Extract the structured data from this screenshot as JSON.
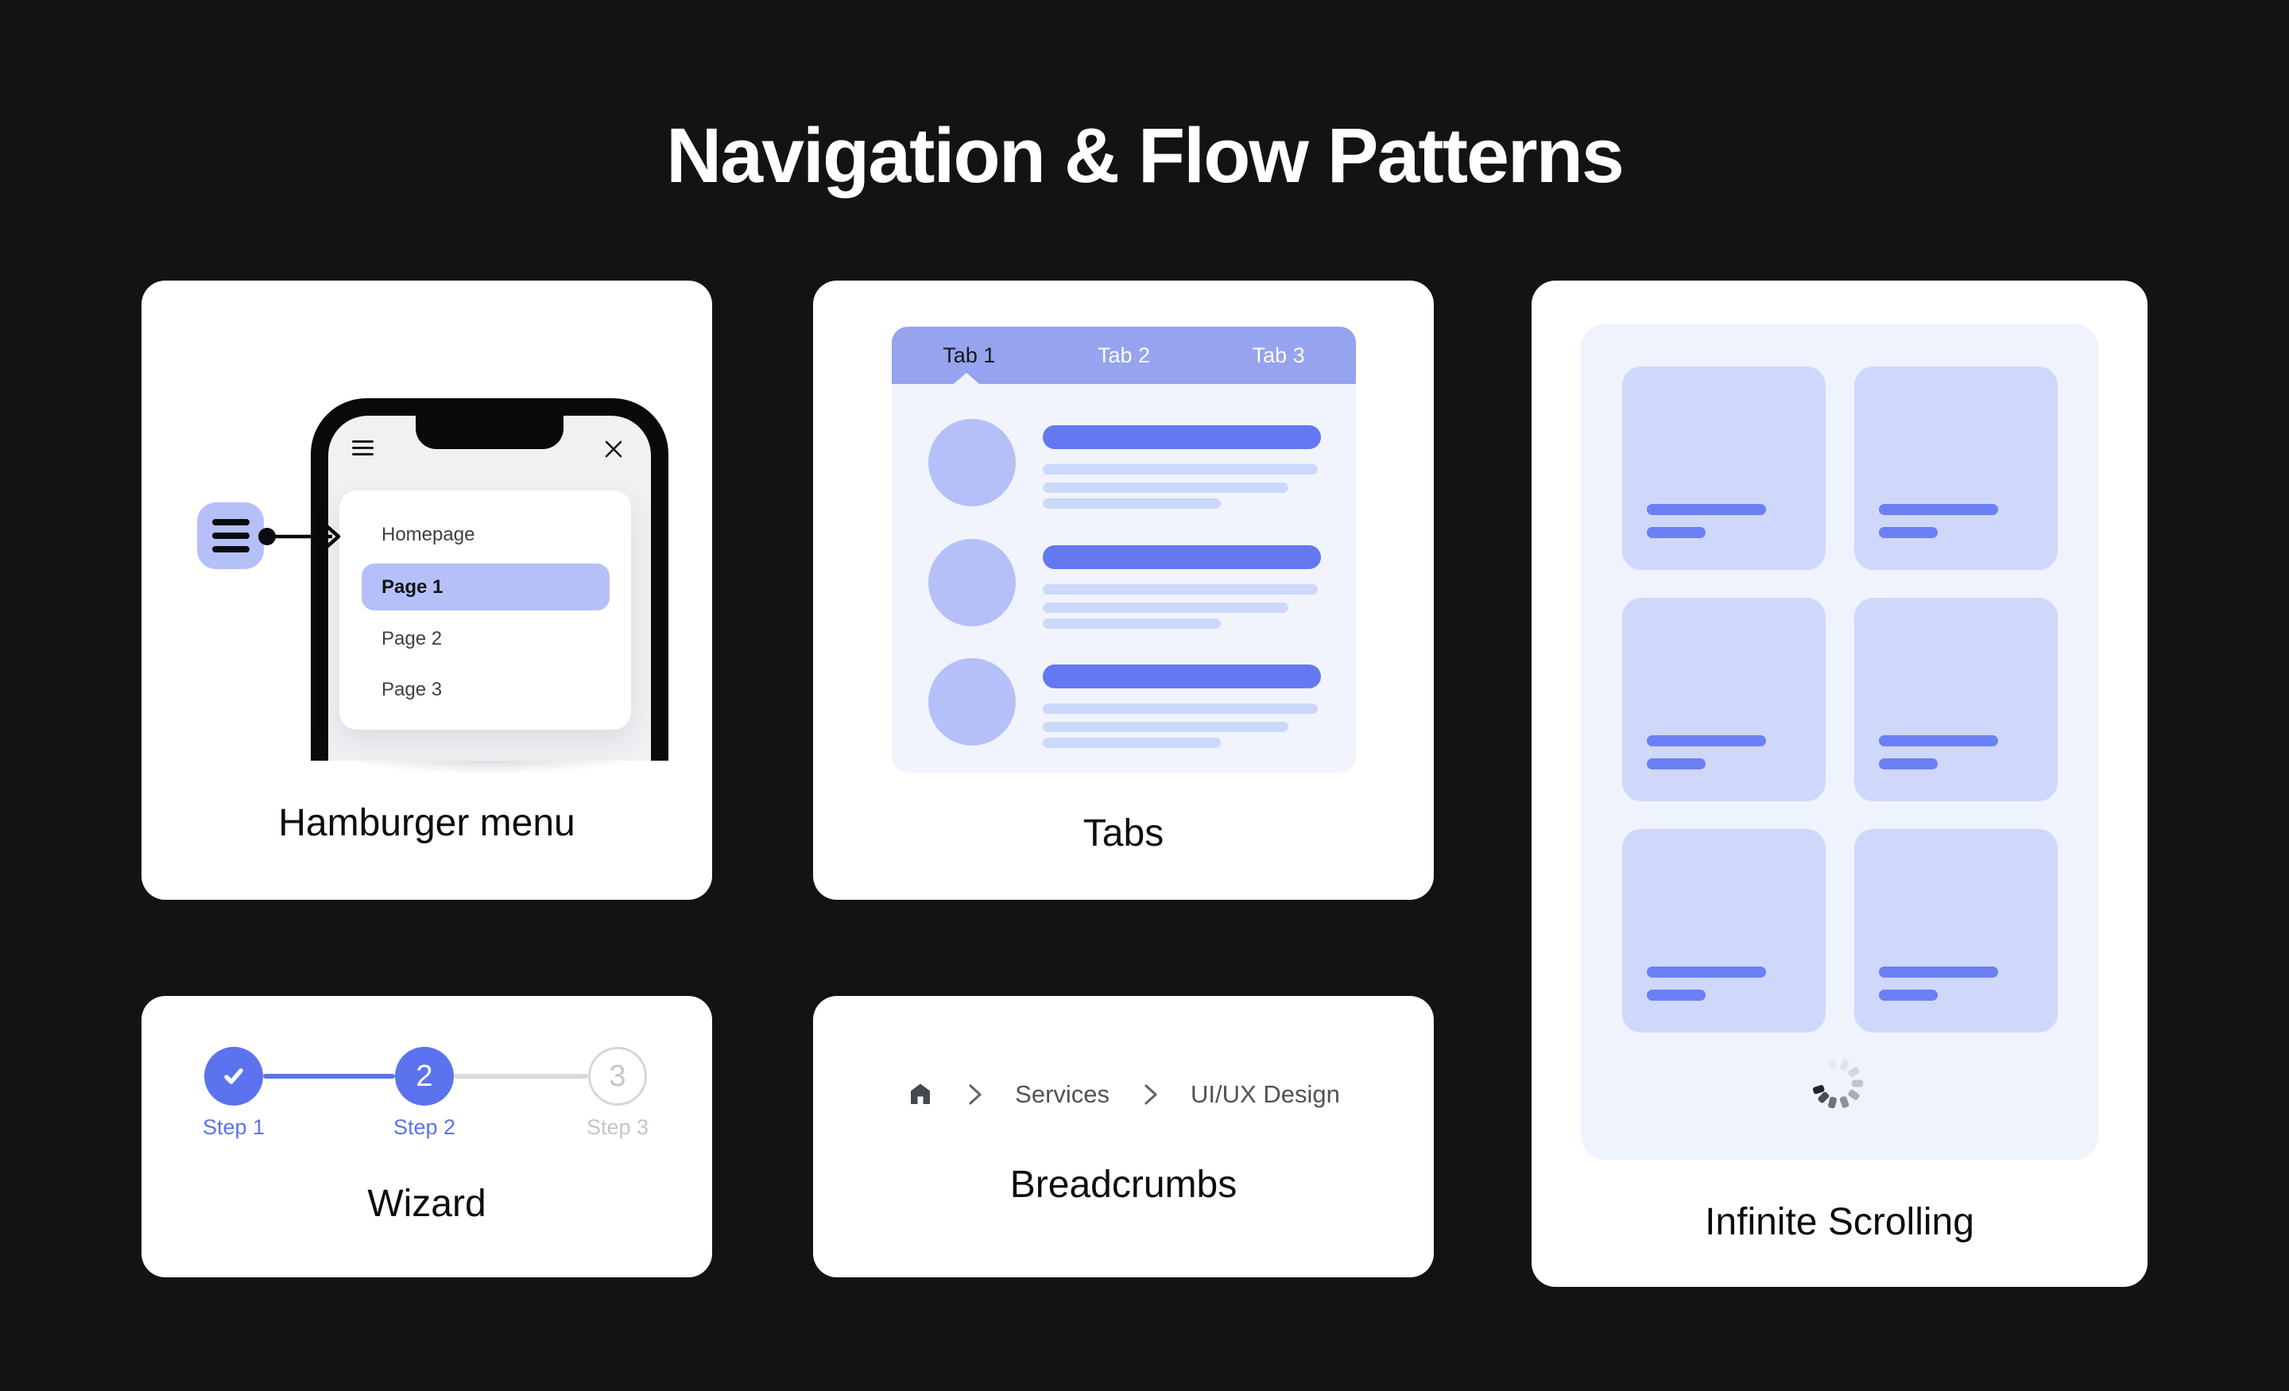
{
  "page": {
    "title": "Navigation & Flow Patterns",
    "background": "#131313"
  },
  "colors": {
    "accent_blue": "#5b73ee",
    "periwinkle_bar": "#96a3ee",
    "lavender_fill": "#b5c0f8",
    "pale_line": "#ccd8fa",
    "content_bg": "#f1f4fc",
    "panel_bg": "#eef3fd",
    "tile_fill": "#cfd8fa",
    "tile_bar": "#6b80f4",
    "gray_connector": "#d8dadd",
    "gray_text": "#c2c5cc",
    "breadcrumb_text": "#4f5258",
    "card_bg": "#ffffff"
  },
  "cards": {
    "hamburger": {
      "caption": "Hamburger menu",
      "menu": [
        {
          "label": "Homepage",
          "active": false
        },
        {
          "label": "Page 1",
          "active": true
        },
        {
          "label": "Page 2",
          "active": false
        },
        {
          "label": "Page 3",
          "active": false
        }
      ]
    },
    "tabs": {
      "caption": "Tabs",
      "tabs": [
        {
          "label": "Tab 1",
          "active": true
        },
        {
          "label": "Tab 2",
          "active": false
        },
        {
          "label": "Tab 3",
          "active": false
        }
      ]
    },
    "infinite": {
      "caption": "Infinite Scrolling",
      "tile_count": 6,
      "loading": true
    },
    "wizard": {
      "caption": "Wizard",
      "steps": [
        {
          "label": "Step 1",
          "state": "complete"
        },
        {
          "label": "Step 2",
          "state": "current",
          "number": "2"
        },
        {
          "label": "Step 3",
          "state": "upcoming",
          "number": "3"
        }
      ]
    },
    "breadcrumbs": {
      "caption": "Breadcrumbs",
      "items": [
        "Services",
        "UI/UX Design"
      ]
    }
  },
  "icons": {
    "hamburger": "menu",
    "close": "x",
    "arrow": "right-arrow",
    "check": "checkmark",
    "home": "house",
    "chevron": "chevron-right",
    "spinner": "loading"
  }
}
